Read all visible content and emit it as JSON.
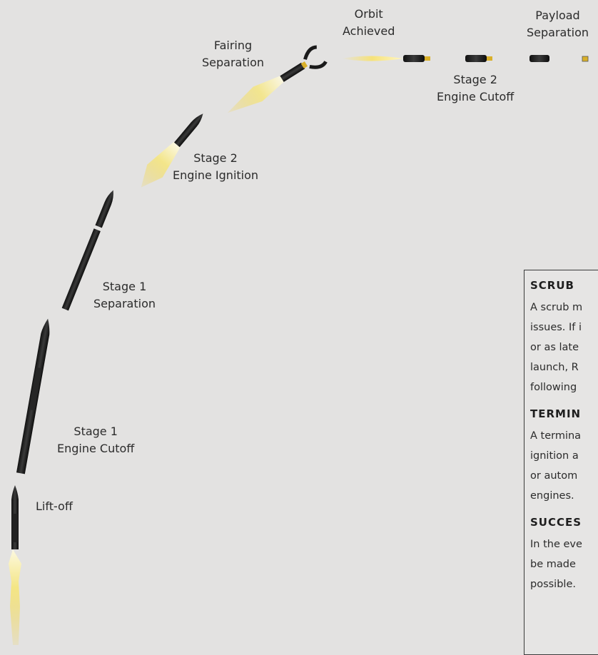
{
  "stages": [
    {
      "id": "lift-off",
      "lines": [
        "Lift-off"
      ]
    },
    {
      "id": "stage1-cutoff",
      "lines": [
        "Stage 1",
        "Engine Cutoff"
      ]
    },
    {
      "id": "stage1-separation",
      "lines": [
        "Stage 1",
        "Separation"
      ]
    },
    {
      "id": "stage2-ignition",
      "lines": [
        "Stage 2",
        "Engine Ignition"
      ]
    },
    {
      "id": "fairing-separation",
      "lines": [
        "Fairing",
        "Separation"
      ]
    },
    {
      "id": "orbit-achieved",
      "lines": [
        "Orbit",
        "Achieved"
      ]
    },
    {
      "id": "stage2-cutoff",
      "lines": [
        "Stage 2",
        "Engine Cutoff"
      ]
    },
    {
      "id": "payload-separation",
      "lines": [
        "Payload",
        "Separation"
      ]
    }
  ],
  "info": {
    "scrub": {
      "title": "SCRUB",
      "lines": [
        "A scrub m",
        "issues. If i",
        "or as late",
        "launch, R",
        "following"
      ]
    },
    "termination": {
      "title": "TERMIN",
      "lines": [
        "A termina",
        "ignition a",
        "or autom",
        "engines."
      ]
    },
    "success": {
      "title": "SUCCES",
      "lines": [
        "In the eve",
        "be made",
        "possible."
      ]
    }
  },
  "colors": {
    "background": "#e3e2e1",
    "rocket": "#1a1a1a",
    "flame": "#f3e27a",
    "accent": "#d9b02a"
  }
}
